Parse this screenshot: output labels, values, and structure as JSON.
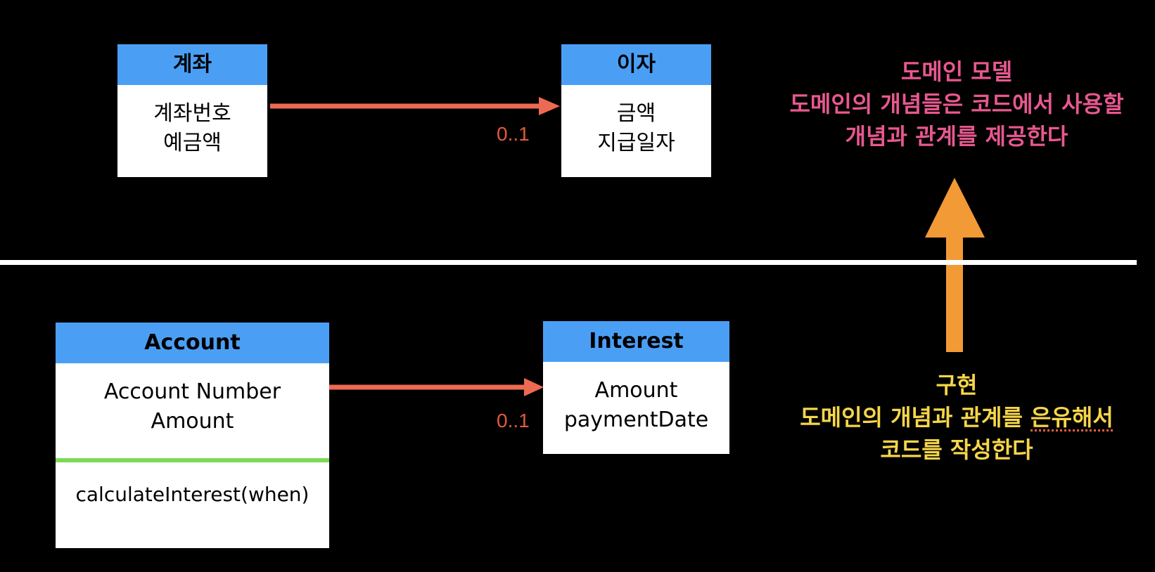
{
  "domain_model": {
    "account_box": {
      "title": "계좌",
      "attributes": [
        "계좌번호",
        "예금액"
      ]
    },
    "interest_box": {
      "title": "이자",
      "attributes": [
        "금액",
        "지급일자"
      ]
    },
    "multiplicity": "0..1"
  },
  "code_model": {
    "account_box": {
      "title": "Account",
      "attributes": [
        "Account Number",
        "Amount"
      ],
      "method": "calculateInterest(when)"
    },
    "interest_box": {
      "title": "Interest",
      "attributes": [
        "Amount",
        "paymentDate"
      ]
    },
    "multiplicity": "0..1"
  },
  "notes": {
    "domain": {
      "lines": [
        "도메인 모델",
        "도메인의 개념들은 코드에서 사용할",
        "개념과 관계를 제공한다"
      ],
      "color": "#e8588f"
    },
    "impl": {
      "line1": "구현",
      "line2_before": "도메인의 개념과 관계를 ",
      "line2_underlined": "은유해서",
      "line3": "코드를 작성한다",
      "color": "#f7d64a"
    }
  },
  "colors": {
    "header": "#4a9ff5",
    "association_arrow": "#ed6a52",
    "up_arrow": "#f29a35",
    "method_divider": "#7ed957",
    "separator": "#ffffff"
  }
}
